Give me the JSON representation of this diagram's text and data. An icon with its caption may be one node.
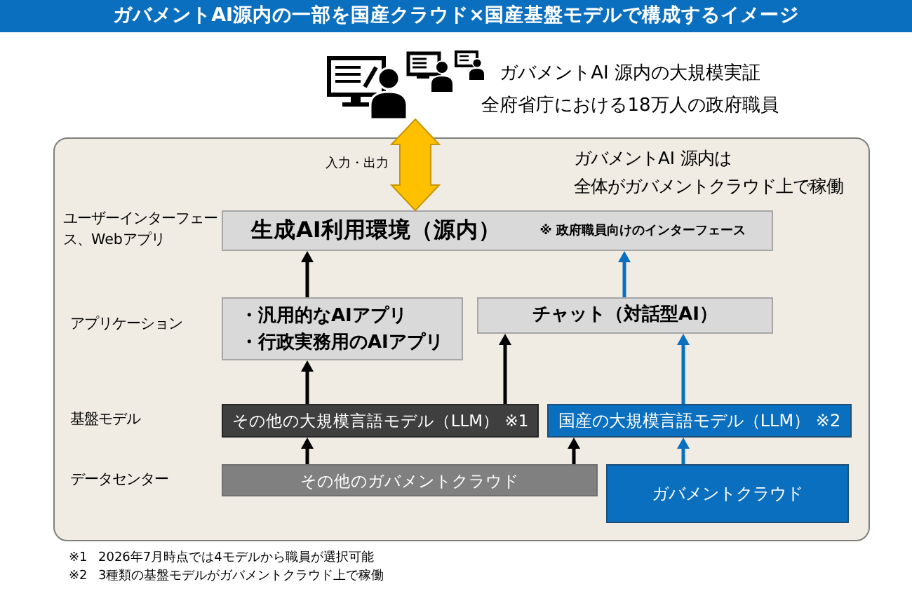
{
  "diagram": {
    "title": "ガバメントAI源内の一部を国産クラウド×国産基盤モデルで構成するイメージ",
    "nodes": [
      {
        "text": [],
        "shape": "person",
        "beside": [
          "ガバメントAI 源内の大規模実証",
          "全府省庁における18万人の政府職員"
        ]
      },
      {
        "text": [
          "ガバメントAI 源内は",
          "全体がガバメントクラウド上で稼働"
        ]
      },
      {
        "text": [
          "生成AI利用環境（源内）",
          "※ 政府職員向けのインターフェース"
        ],
        "in": 1
      },
      {
        "text": [
          "・汎用的なAIアプリ",
          "・行政実務用のAIアプリ"
        ],
        "in": 1
      },
      {
        "text": [
          "チャット（対話型AI）"
        ],
        "in": 1
      },
      {
        "text": [
          "その他の大規模言語モデル（LLM） ※1"
        ],
        "in": 1
      },
      {
        "text": [
          "国産の大規模言語モデル（LLM） ※2"
        ],
        "in": 1
      },
      {
        "text": [
          "その他のガバメントクラウド"
        ],
        "in": 1
      },
      {
        "text": [
          "ガバメントクラウド"
        ],
        "in": 1
      }
    ],
    "edges": [
      {
        "from": 0,
        "to": 2,
        "arrow": "both",
        "label": "入力・出力",
        "style": "thick",
        "color": "#ffc000"
      },
      {
        "from": 3,
        "to": 2,
        "arrow": "to"
      },
      {
        "from": 4,
        "to": 2,
        "arrow": "to",
        "color": "#0b6fc0"
      },
      {
        "from": 5,
        "to": 3,
        "arrow": "to"
      },
      {
        "from": 5,
        "to": 4,
        "arrow": "to"
      },
      {
        "from": 6,
        "to": 4,
        "arrow": "to",
        "color": "#0b6fc0"
      },
      {
        "from": 7,
        "to": 5,
        "arrow": "to"
      },
      {
        "from": 7,
        "to": 6,
        "arrow": "to"
      },
      {
        "from": 8,
        "to": 6,
        "arrow": "to",
        "color": "#0b6fc0"
      }
    ],
    "labels": [
      "ユーザーインターフェース、Webアプリ",
      "アプリケーション",
      "基盤モデル",
      "データセンター",
      "※1",
      "2026年7月時点では4モデルから職員が選択可能",
      "※2",
      "3種類の基盤モデルがガバメントクラウド上で稼働"
    ]
  }
}
